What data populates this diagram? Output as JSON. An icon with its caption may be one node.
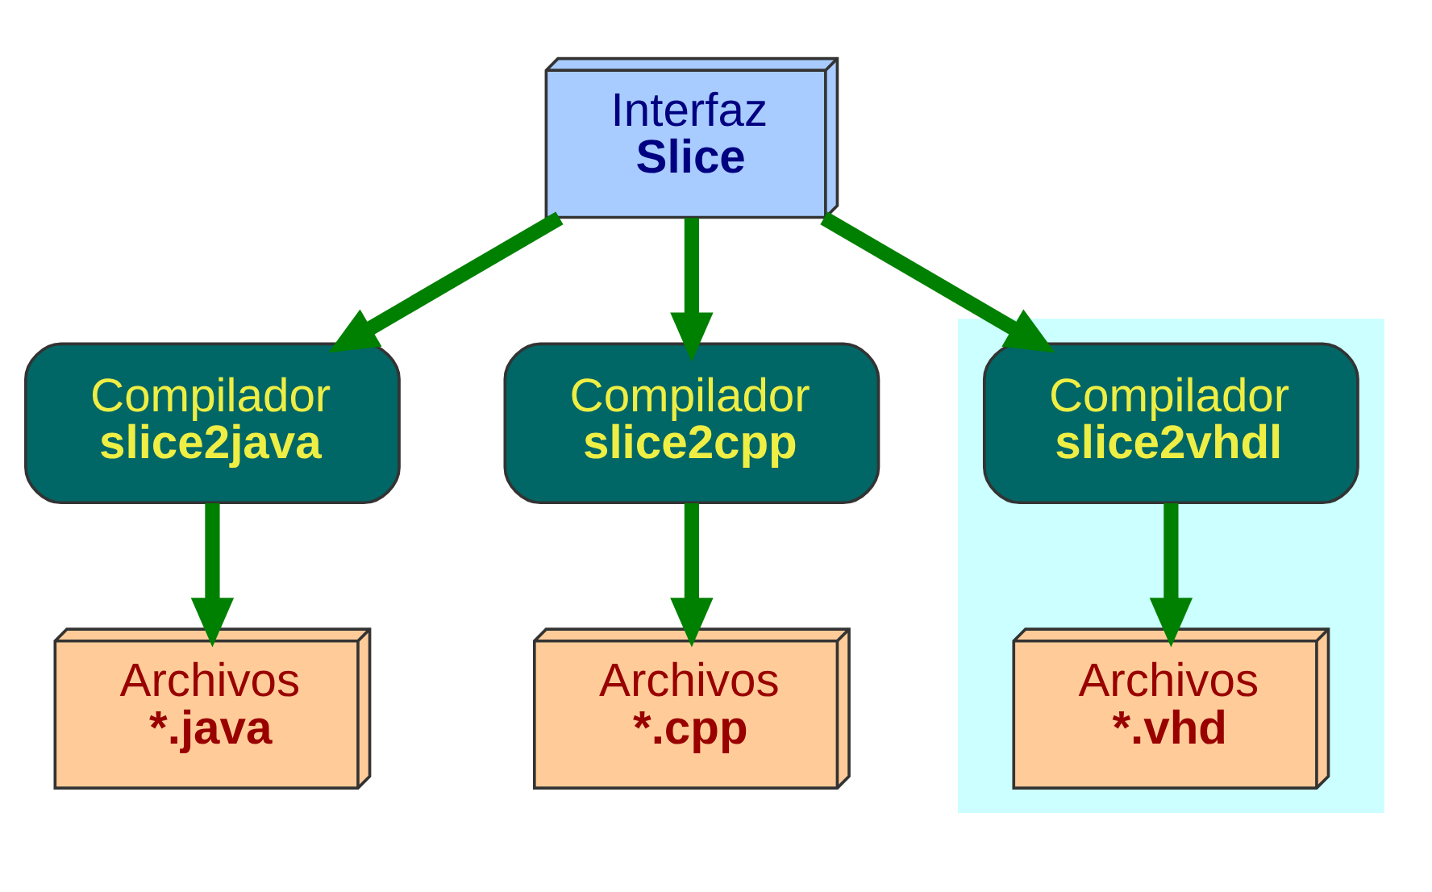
{
  "diagram": {
    "nodes": [
      {
        "text": [
          "Interfaz",
          "Slice"
        ]
      },
      {
        "text": [
          "Compilador",
          "slice2java"
        ]
      },
      {
        "text": [
          "Compilador",
          "slice2cpp"
        ]
      },
      {
        "text": [],
        "shape": "box"
      },
      {
        "text": [
          "Compilador",
          "slice2vhdl"
        ],
        "in": 3
      },
      {
        "text": [
          "Archivos",
          "*.java"
        ]
      },
      {
        "text": [
          "Archivos",
          "*.cpp"
        ]
      },
      {
        "text": [
          "Archivos",
          "*.vhd"
        ],
        "in": 3
      }
    ],
    "edges": [
      {
        "from": 0,
        "to": 1,
        "arrow": "to"
      },
      {
        "from": 0,
        "to": 2,
        "arrow": "to"
      },
      {
        "from": 0,
        "to": 4,
        "arrow": "to"
      },
      {
        "from": 1,
        "to": 5,
        "arrow": "to"
      },
      {
        "from": 2,
        "to": 6,
        "arrow": "to"
      },
      {
        "from": 4,
        "to": 7,
        "arrow": "to"
      }
    ]
  }
}
